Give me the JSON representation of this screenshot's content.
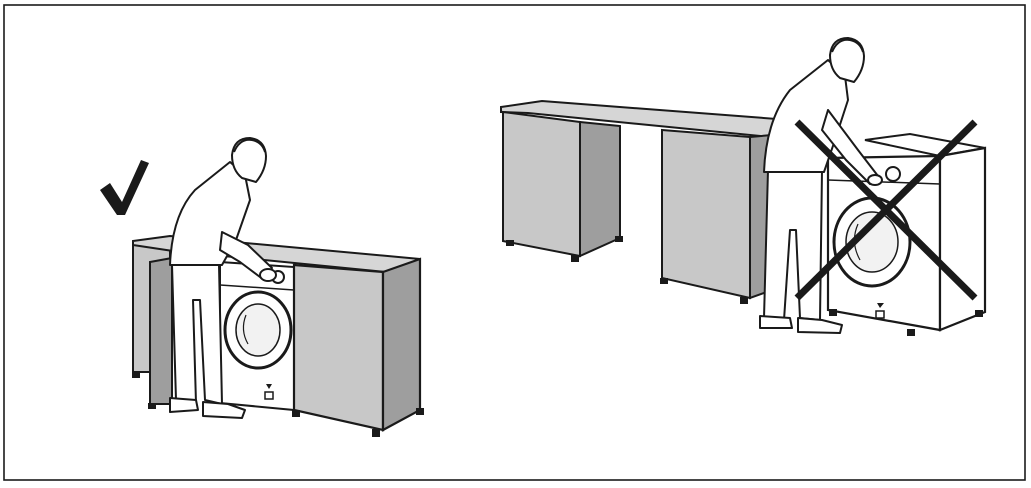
{
  "figure": {
    "colors": {
      "stroke": "#1a1a1a",
      "cabinet_fill": "#c8c8c8",
      "cabinet_dark": "#9e9e9e",
      "countertop": "#d6d6d6",
      "background": "#ffffff",
      "machine_fill": "#ffffff"
    },
    "panels": [
      {
        "id": "correct",
        "verdict_icon": "checkmark-icon",
        "meaning": "correct"
      },
      {
        "id": "incorrect",
        "verdict_icon": "cross-icon",
        "meaning": "incorrect"
      }
    ]
  }
}
